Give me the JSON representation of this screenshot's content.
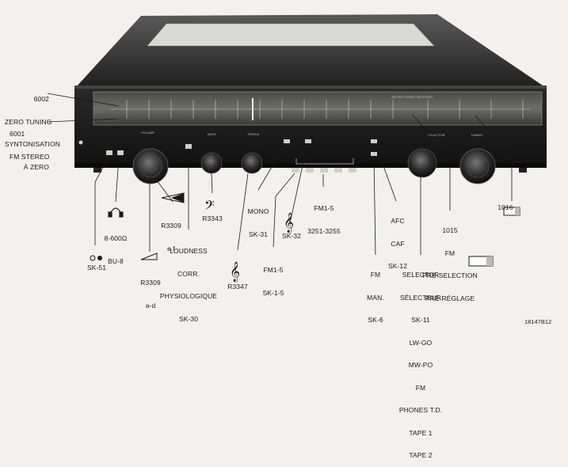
{
  "figure_number": "18147B12",
  "panel": {
    "brand_badge": "AM-FM STEREO RECEIVER",
    "knobs": {
      "volume": "VOLUME",
      "bass": "BASS",
      "treble": "TREBLE",
      "tuning": "TUNING",
      "selector": "SELECTOR"
    }
  },
  "callouts": {
    "zero_tuning": [
      "6002",
      "ZERO TUNING",
      "SYNTONISATION",
      "À ZERO"
    ],
    "fm_stereo": [
      "6001",
      "FM STEREO"
    ],
    "headphones": [
      "8-600Ω",
      "BU-8"
    ],
    "power": "SK-51",
    "volume_upper": [
      "R3309",
      "e.f"
    ],
    "volume_lower": [
      "R3309",
      "a-d"
    ],
    "bass": "R3343",
    "treble": "R3347",
    "loudness": [
      "LOUDNESS",
      "CORR.",
      "PHYSIOLOGIQUE",
      "SK-30"
    ],
    "mono": [
      "MONO",
      "SK-31"
    ],
    "filter": "SK-32",
    "fm_preset_buttons": [
      "FM1-5",
      "SK-1-5"
    ],
    "fm_preset_pots": [
      "FM1-5",
      "3251-3255"
    ],
    "fm_manual": [
      "FM",
      "MAN.",
      "SK-6"
    ],
    "afc": [
      "AFC",
      "CAF",
      "SK-12"
    ],
    "selector": [
      "SELECTOR",
      "SÉLECTEUR",
      "SK-11",
      "LW-GO",
      "MW-PO",
      "FM",
      "PHONES T.D.",
      "TAPE 1",
      "TAPE 2"
    ],
    "fm_preselection": [
      "1015",
      "FM",
      "PRE-SELECTION",
      "PRÉ-RÉGLAGE"
    ],
    "tuning_indicator": "1016"
  }
}
